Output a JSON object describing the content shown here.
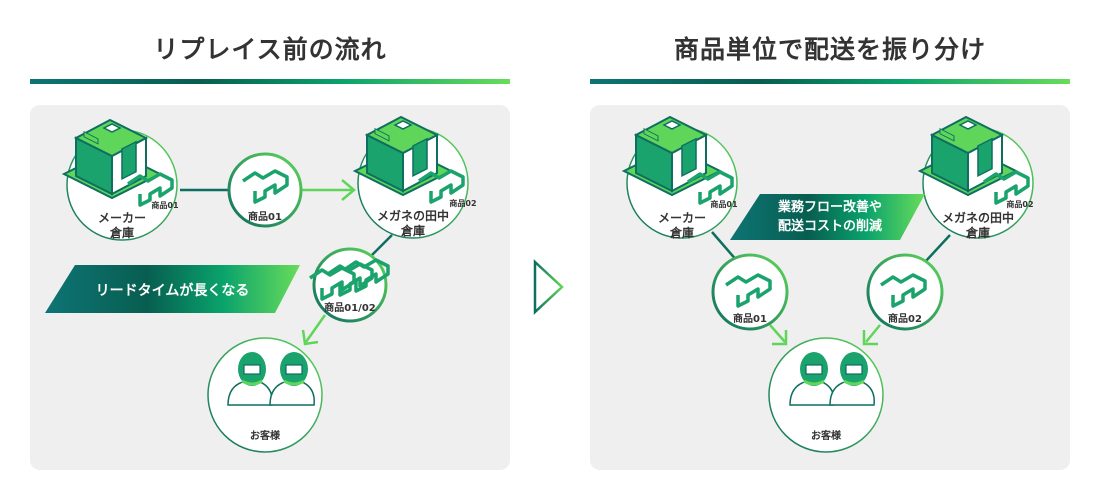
{
  "left": {
    "title": "リプレイス前の流れ",
    "nodes": {
      "maker": {
        "line1": "メーカー",
        "line2": "倉庫",
        "tag": "商品01"
      },
      "item": {
        "label": "商品01"
      },
      "megane": {
        "line1": "メガネの田中",
        "line2": "倉庫",
        "tag": "商品02"
      },
      "items": {
        "label": "商品01/02"
      },
      "customer": {
        "label": "お客様"
      }
    },
    "banner": "リードタイムが長くなる"
  },
  "right": {
    "title": "商品単位で配送を振り分け",
    "nodes": {
      "maker": {
        "line1": "メーカー",
        "line2": "倉庫",
        "tag": "商品01"
      },
      "megane": {
        "line1": "メガネの田中",
        "line2": "倉庫",
        "tag": "商品02"
      },
      "item1": {
        "label": "商品01"
      },
      "item2": {
        "label": "商品02"
      },
      "customer": {
        "label": "お客様"
      }
    },
    "banner_line1": "業務フロー改善や",
    "banner_line2": "配送コストの削減"
  },
  "colors": {
    "dark_teal": "#0e6e60",
    "green": "#1aa36c",
    "light_green": "#5fd65a",
    "panel_bg": "#efefef"
  }
}
